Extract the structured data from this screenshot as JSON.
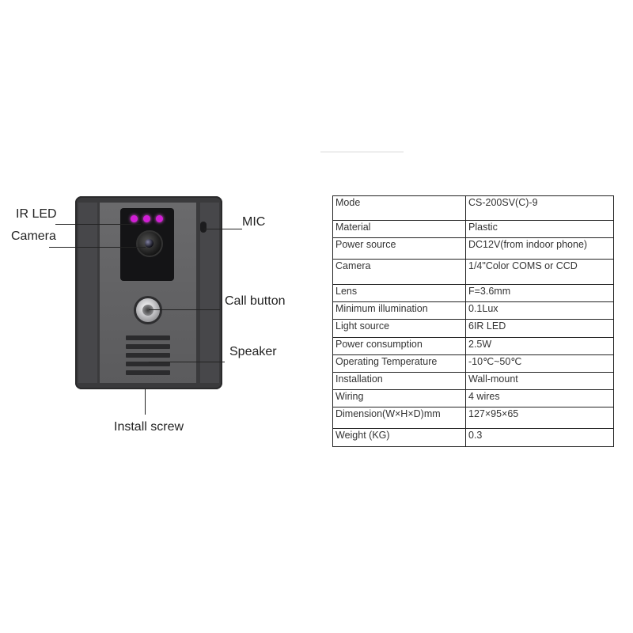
{
  "callouts": {
    "ir_led": "IR LED",
    "camera": "Camera",
    "mic": "MIC",
    "call_button": "Call button",
    "speaker": "Speaker",
    "install_screw": "Install screw"
  },
  "colors": {
    "device_body": "#3a3a3c",
    "ir_led": "#d21ed6"
  },
  "specs": [
    {
      "key": "Mode",
      "value": "CS-200SV(C)-9"
    },
    {
      "key": "Material",
      "value": "Plastic"
    },
    {
      "key": "Power source",
      "value": "DC12V(from indoor phone)"
    },
    {
      "key": "Camera",
      "value": "1/4\"Color COMS or CCD"
    },
    {
      "key": "Lens",
      "value": "F=3.6mm"
    },
    {
      "key": "Minimum illumination",
      "value": "0.1Lux"
    },
    {
      "key": "Light source",
      "value": "6IR LED"
    },
    {
      "key": "Power consumption",
      "value": "2.5W"
    },
    {
      "key": "Operating Temperature",
      "value": "-10℃~50℃"
    },
    {
      "key": "Installation",
      "value": "Wall-mount"
    },
    {
      "key": "Wiring",
      "value": "4 wires"
    },
    {
      "key": "Dimension(W×H×D)mm",
      "value": "127×95×65"
    },
    {
      "key": "Weight (KG)",
      "value": "0.3"
    }
  ]
}
